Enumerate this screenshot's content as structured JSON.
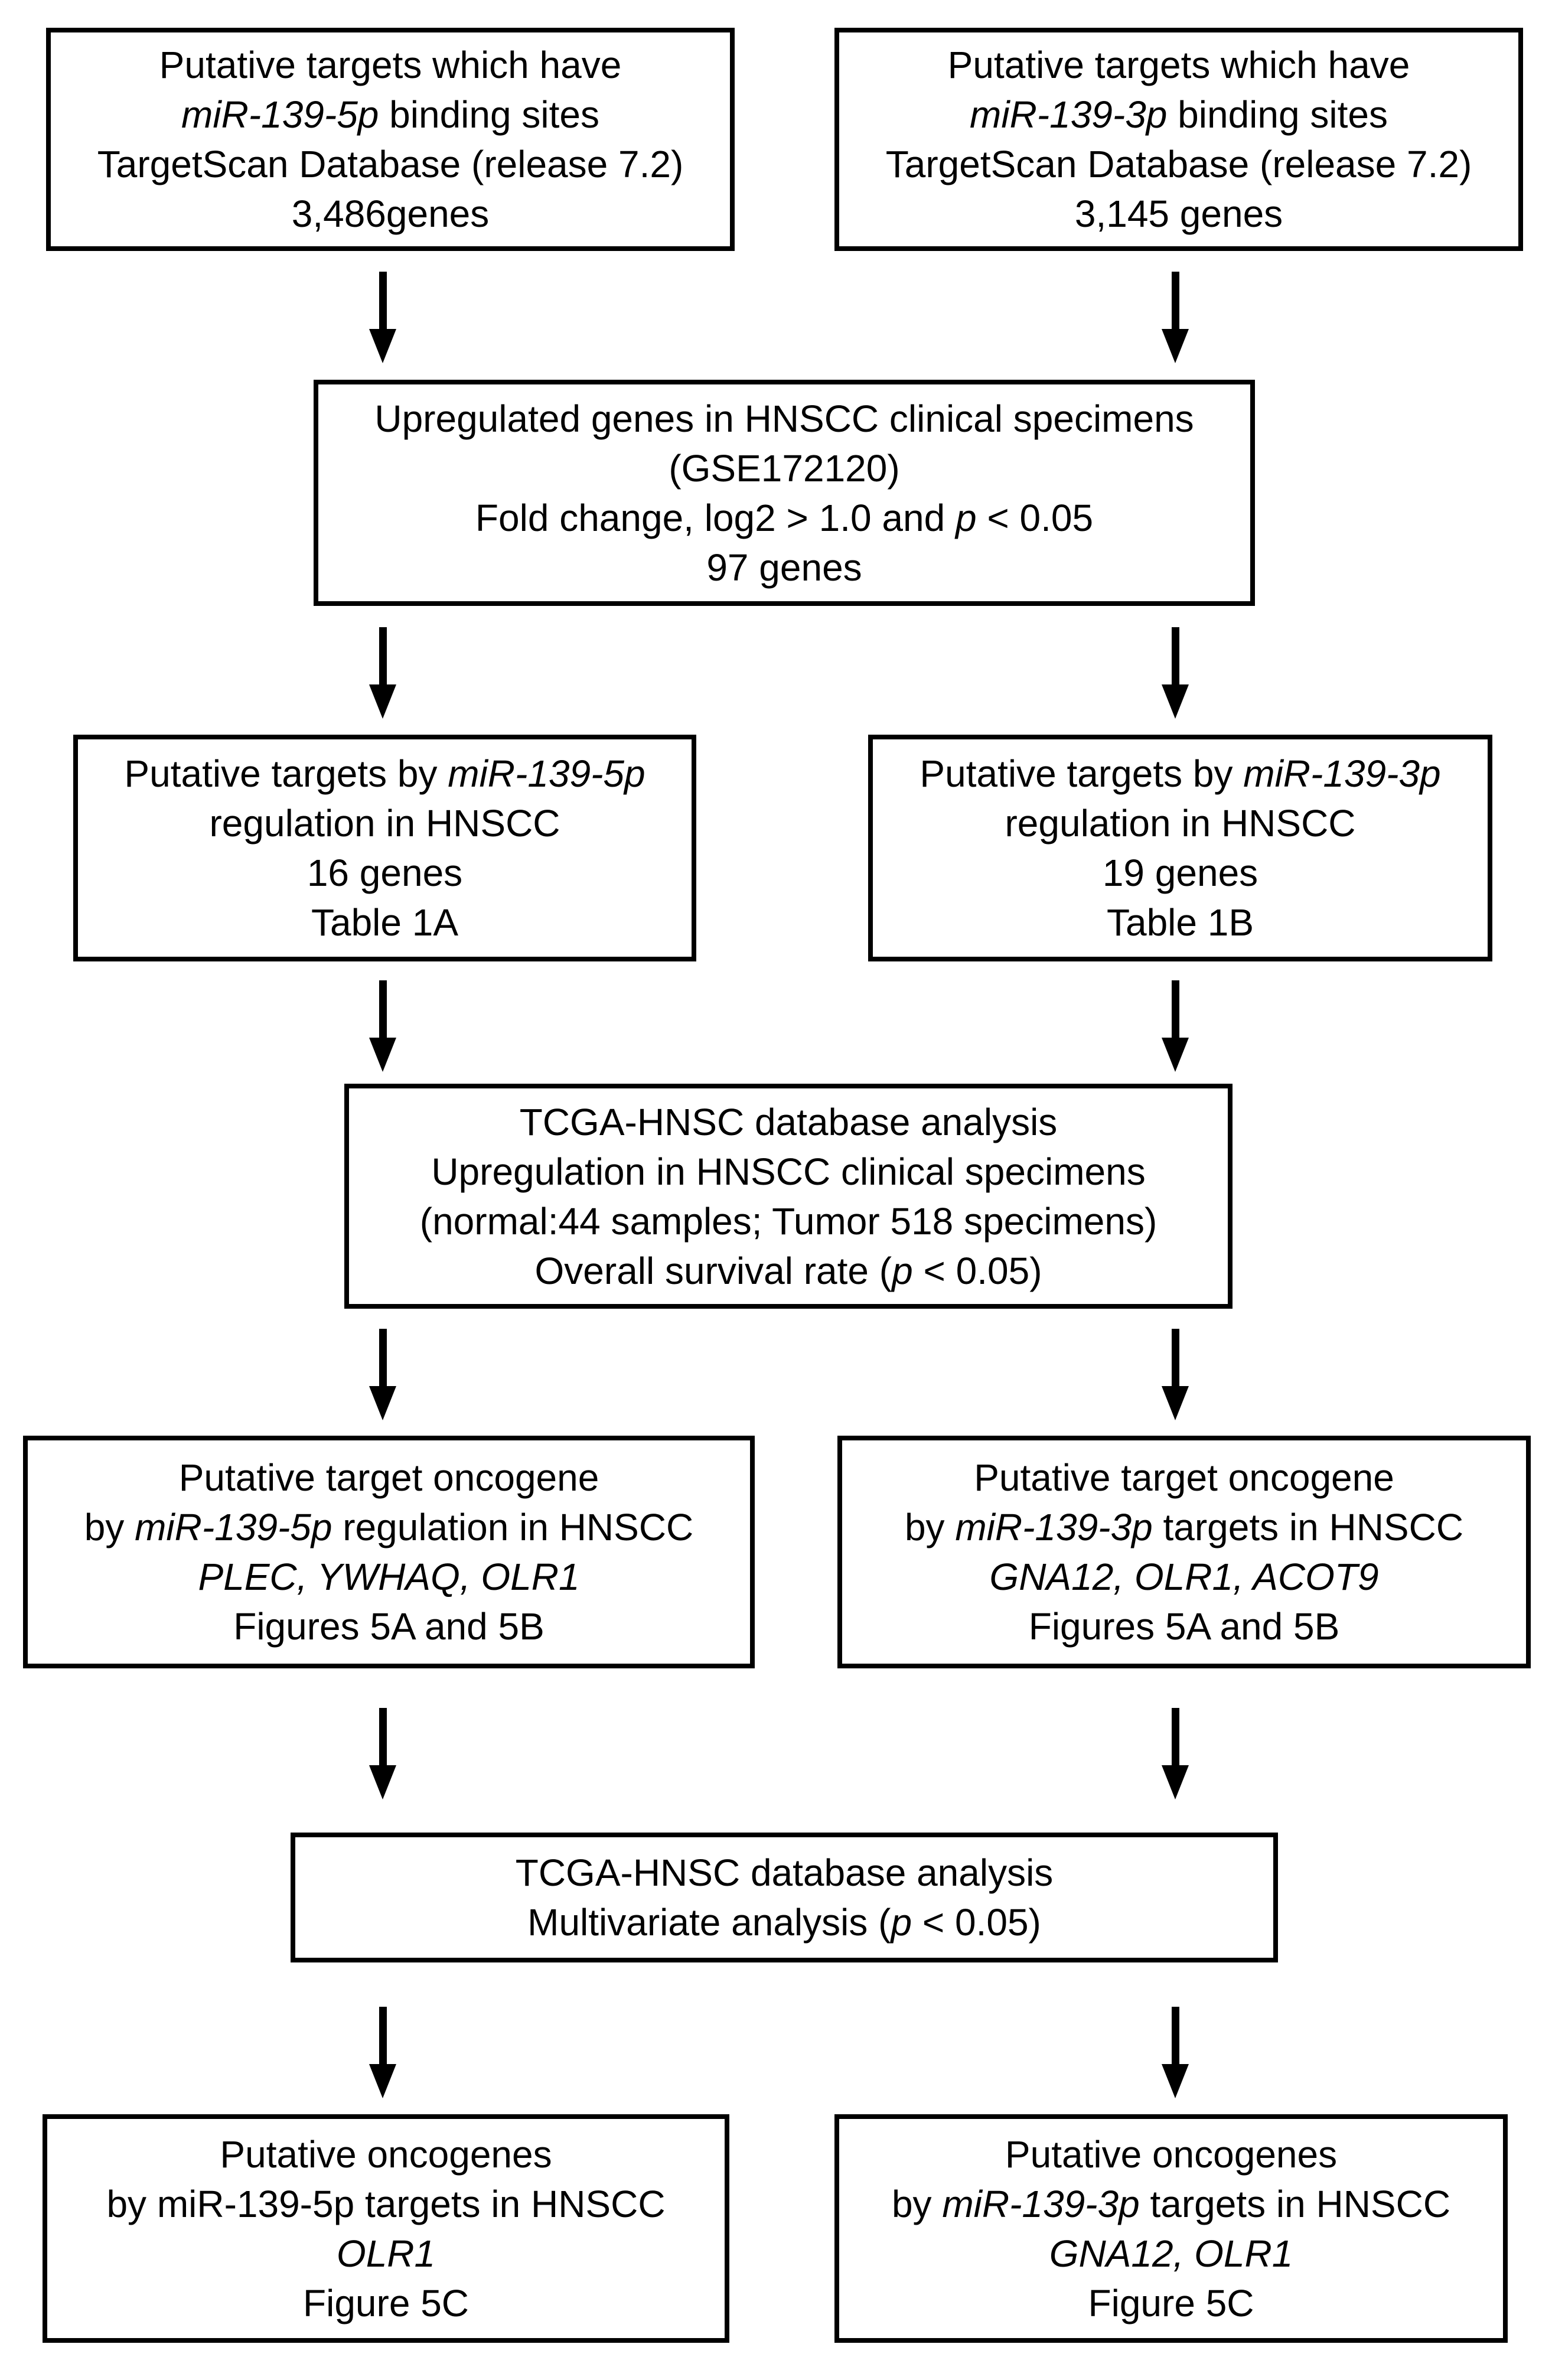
{
  "figure": {
    "colors": {
      "ink": "#000000",
      "background": "#ffffff"
    },
    "boxes": {
      "targetscan_5p": {
        "lines": [
          [
            {
              "t": "Putative targets which have"
            }
          ],
          [
            {
              "t": "miR-139-5p",
              "i": true
            },
            {
              "t": " binding sites"
            }
          ],
          [
            {
              "t": "TargetScan Database (release 7.2)"
            }
          ],
          [
            {
              "t": "3,486genes"
            }
          ]
        ]
      },
      "targetscan_3p": {
        "lines": [
          [
            {
              "t": "Putative targets which have"
            }
          ],
          [
            {
              "t": "miR-139-3p",
              "i": true
            },
            {
              "t": " binding sites"
            }
          ],
          [
            {
              "t": "TargetScan Database (release 7.2)"
            }
          ],
          [
            {
              "t": "3,145 genes"
            }
          ]
        ]
      },
      "upregulated_genes": {
        "lines": [
          [
            {
              "t": "Upregulated genes in HNSCC clinical specimens"
            }
          ],
          [
            {
              "t": "(GSE172120)"
            }
          ],
          [
            {
              "t": "Fold change, log2 > 1.0 and "
            },
            {
              "t": "p",
              "i": true
            },
            {
              "t": " < 0.05"
            }
          ],
          [
            {
              "t": "97 genes"
            }
          ]
        ]
      },
      "targets_5p_hnscc": {
        "lines": [
          [
            {
              "t": "Putative targets by "
            },
            {
              "t": "miR-139-5p",
              "i": true
            }
          ],
          [
            {
              "t": "regulation in HNSCC"
            }
          ],
          [
            {
              "t": "16 genes"
            }
          ],
          [
            {
              "t": "Table 1A"
            }
          ]
        ]
      },
      "targets_3p_hnscc": {
        "lines": [
          [
            {
              "t": "Putative targets by "
            },
            {
              "t": "miR-139-3p",
              "i": true
            }
          ],
          [
            {
              "t": "regulation in HNSCC"
            }
          ],
          [
            {
              "t": "19 genes"
            }
          ],
          [
            {
              "t": "Table 1B"
            }
          ]
        ]
      },
      "tcga_survival": {
        "lines": [
          [
            {
              "t": "TCGA-HNSC database analysis"
            }
          ],
          [
            {
              "t": "Upregulation in HNSCC clinical specimens"
            }
          ],
          [
            {
              "t": "(normal:44 samples; Tumor 518 specimens)"
            }
          ],
          [
            {
              "t": "Overall survival rate ("
            },
            {
              "t": "p",
              "i": true
            },
            {
              "t": " < 0.05)"
            }
          ]
        ]
      },
      "oncogene_5p": {
        "lines": [
          [
            {
              "t": "Putative target oncogene"
            }
          ],
          [
            {
              "t": "by "
            },
            {
              "t": "miR-139-5p",
              "i": true
            },
            {
              "t": " regulation in HNSCC"
            }
          ],
          [
            {
              "t": "PLEC, YWHAQ, OLR1",
              "i": true
            }
          ],
          [
            {
              "t": "Figures 5A and 5B"
            }
          ]
        ]
      },
      "oncogene_3p": {
        "lines": [
          [
            {
              "t": "Putative target oncogene"
            }
          ],
          [
            {
              "t": "by "
            },
            {
              "t": "miR-139-3p",
              "i": true
            },
            {
              "t": " targets in HNSCC"
            }
          ],
          [
            {
              "t": "GNA12, OLR1, ACOT9",
              "i": true
            }
          ],
          [
            {
              "t": "Figures 5A and 5B"
            }
          ]
        ]
      },
      "tcga_multivariate": {
        "lines": [
          [
            {
              "t": "TCGA-HNSC database analysis"
            }
          ],
          [
            {
              "t": "Multivariate analysis ("
            },
            {
              "t": "p",
              "i": true
            },
            {
              "t": " < 0.05)"
            }
          ]
        ]
      },
      "final_5p": {
        "lines": [
          [
            {
              "t": "Putative oncogenes"
            }
          ],
          [
            {
              "t": "by miR-139-5p targets in HNSCC"
            }
          ],
          [
            {
              "t": "OLR1",
              "i": true
            }
          ],
          [
            {
              "t": "Figure 5C"
            }
          ]
        ]
      },
      "final_3p": {
        "lines": [
          [
            {
              "t": "Putative oncogenes"
            }
          ],
          [
            {
              "t": "by "
            },
            {
              "t": "miR-139-3p",
              "i": true
            },
            {
              "t": " targets in HNSCC"
            }
          ],
          [
            {
              "t": "GNA12, OLR1",
              "i": true
            }
          ],
          [
            {
              "t": "Figure 5C"
            }
          ]
        ]
      }
    }
  }
}
